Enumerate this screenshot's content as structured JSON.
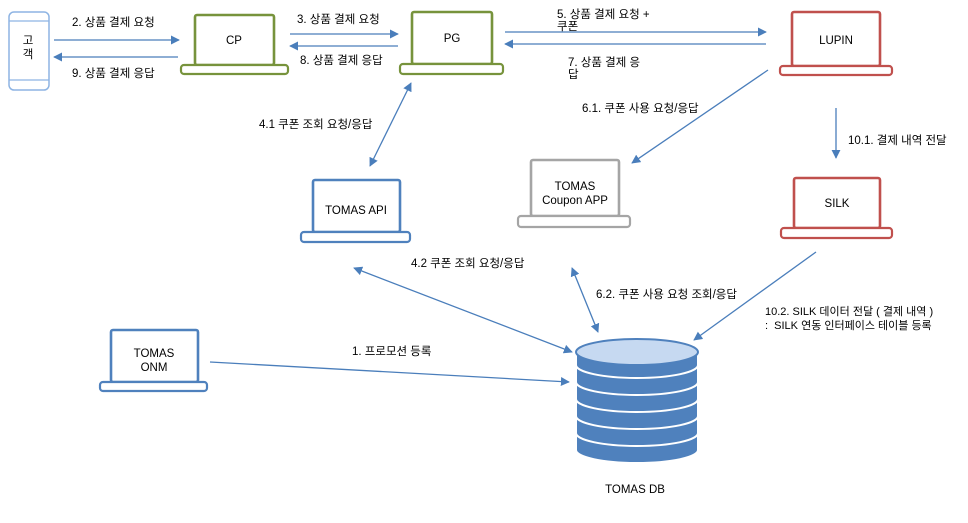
{
  "colors": {
    "green": "#77933c",
    "red": "#c0504d",
    "gray": "#a5a5a5",
    "blue": "#4f81bd",
    "phone": "#8eb4e3",
    "arrow": "#4a7ebb",
    "db_top": "#c6d9f1"
  },
  "nodes": {
    "customer": {
      "line1": "고",
      "line2": "객",
      "icon": "phone-icon"
    },
    "cp": {
      "label": "CP",
      "icon": "laptop-icon"
    },
    "pg": {
      "label": "PG",
      "icon": "laptop-icon"
    },
    "lupin": {
      "label": "LUPIN",
      "icon": "laptop-icon"
    },
    "silk": {
      "label": "SILK",
      "icon": "laptop-icon"
    },
    "coupon_app": {
      "line1": "TOMAS",
      "line2": "Coupon APP",
      "icon": "laptop-icon"
    },
    "tomas_api": {
      "label": "TOMAS API",
      "icon": "laptop-icon"
    },
    "tomas_onm": {
      "line1": "TOMAS",
      "line2": "ONM",
      "icon": "laptop-icon"
    },
    "tomas_db": {
      "label": "TOMAS DB",
      "icon": "database-icon"
    }
  },
  "edges": {
    "step1": {
      "label": "1. 프로모션 등록"
    },
    "step2": {
      "label": "2. 상품 결제 요청"
    },
    "step3": {
      "label": "3. 상품 결제 요청"
    },
    "step4_1": {
      "label": "4.1 쿠폰 조회 요청/응답"
    },
    "step4_2": {
      "label": "4.2 쿠폰 조회 요청/응답"
    },
    "step5": {
      "line1": "5. 상품 결제 요청 +",
      "line2": "쿠폰"
    },
    "step6_1": {
      "label": "6.1. 쿠폰 사용 요청/응답"
    },
    "step6_2": {
      "label": "6.2. 쿠폰 사용 요청 조회/응답"
    },
    "step7": {
      "line1": "7. 상품 결제 응",
      "line2": "답"
    },
    "step8": {
      "label": "8. 상품 결제 응답"
    },
    "step9": {
      "label": "9. 상품 결제 응답"
    },
    "step10_1": {
      "label": "10.1. 결제 내역 전달"
    },
    "step10_2": {
      "line1": "10.2. SILK 데이터 전달 ( 결제 내역 )",
      "line2": ":  SILK 연동 인터페이스 테이블 등록"
    }
  }
}
